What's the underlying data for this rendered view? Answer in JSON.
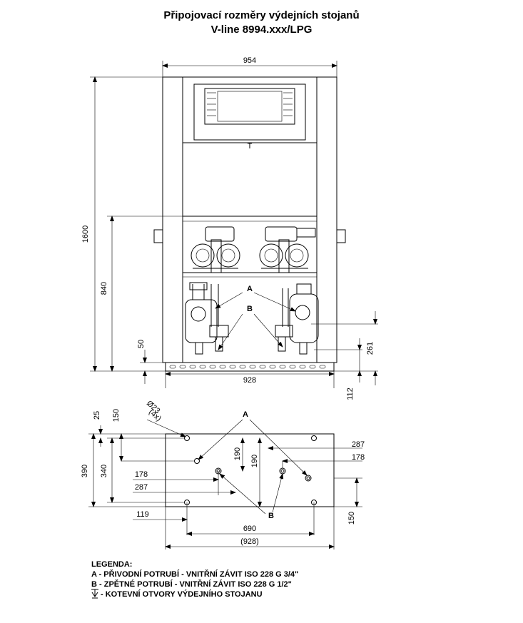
{
  "title_line1": "Připojovací rozměry výdejních stojanů",
  "title_line2": "V-line 8994.xxx/LPG",
  "front_view": {
    "dim_width_top": "954",
    "dim_height_total": "1600",
    "dim_height_mid": "840",
    "dim_bottom_left": "50",
    "dim_width_base": "928",
    "dim_right_261": "261",
    "dim_right_112": "112",
    "label_a": "A",
    "label_b": "B"
  },
  "plan_view": {
    "hole_diameter": "Ø23",
    "hole_count": "(4x)",
    "dim_25": "25",
    "dim_150_top": "150",
    "dim_390": "390",
    "dim_340": "340",
    "dim_190_a": "190",
    "dim_190_b": "190",
    "dim_178_left": "178",
    "dim_287_left": "287",
    "dim_287_right": "287",
    "dim_178_right": "178",
    "dim_119": "119",
    "dim_150_right": "150",
    "dim_690": "690",
    "dim_928_paren": "(928)",
    "label_a": "A",
    "label_b": "B"
  },
  "legend": {
    "heading": "LEGENDA:",
    "line_a": "A - PŘIVODNÍ POTRUBÍ - VNITŘNÍ ZÁVIT ISO 228 G 3/4\"",
    "line_b": "B - ZPĚTNÉ POTRUBÍ - VNITŘNÍ ZÁVIT ISO 228 G 1/2\"",
    "line_c": "- KOTEVNÍ OTVORY VÝDEJNÍHO STOJANU"
  }
}
